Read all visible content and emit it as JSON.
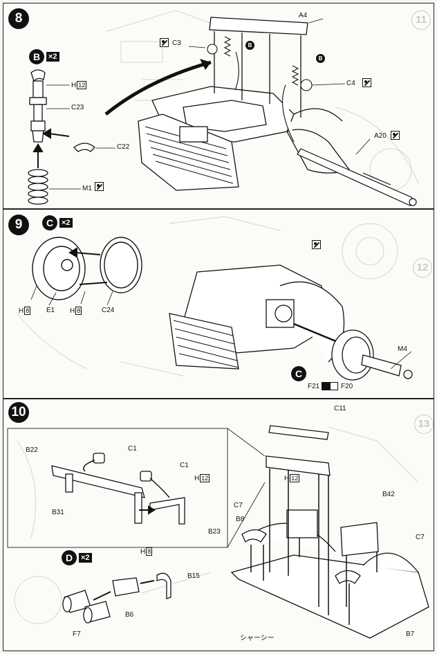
{
  "steps": [
    {
      "number": "8",
      "ghost": "11"
    },
    {
      "number": "9",
      "ghost": "12"
    },
    {
      "number": "10",
      "ghost": "13"
    }
  ],
  "step8": {
    "sub_letter": "B",
    "sub_qty": "×2",
    "labels": {
      "A4": "A4",
      "C3": "C3",
      "B1": "B",
      "B2": "B",
      "C4": "C4",
      "H": "H",
      "H_box": "12",
      "C23": "C23",
      "C22": "C22",
      "M1": "M1",
      "A20": "A20"
    }
  },
  "step9": {
    "sub_letter": "C",
    "sub_qty": "×2",
    "labels": {
      "H1": "H",
      "H1_box": "8",
      "E1": "E1",
      "H2": "H",
      "H2_box": "8",
      "C24": "C24",
      "M4": "M4",
      "C": "C",
      "F21": "F21",
      "F20": "F20"
    }
  },
  "step10": {
    "sub_letter": "D",
    "sub_qty": "×2",
    "labels": {
      "B22": "B22",
      "C1a": "C1",
      "C1b": "C1",
      "H_box": "12",
      "H": "H",
      "B31": "B31",
      "B23": "B23",
      "C11": "C11",
      "H2": "H",
      "H2_box": "12",
      "B42": "B42",
      "C7a": "C7",
      "B8": "B8",
      "C7b": "C7",
      "chassis": "シャーシー",
      "B7": "B7",
      "H3": "H",
      "H3_box": "8",
      "B15": "B15",
      "B6": "B6",
      "F7": "F7"
    }
  },
  "colors": {
    "ink": "#111111",
    "ghost": "#c8c8c8",
    "paper": "#fbfbf8"
  }
}
